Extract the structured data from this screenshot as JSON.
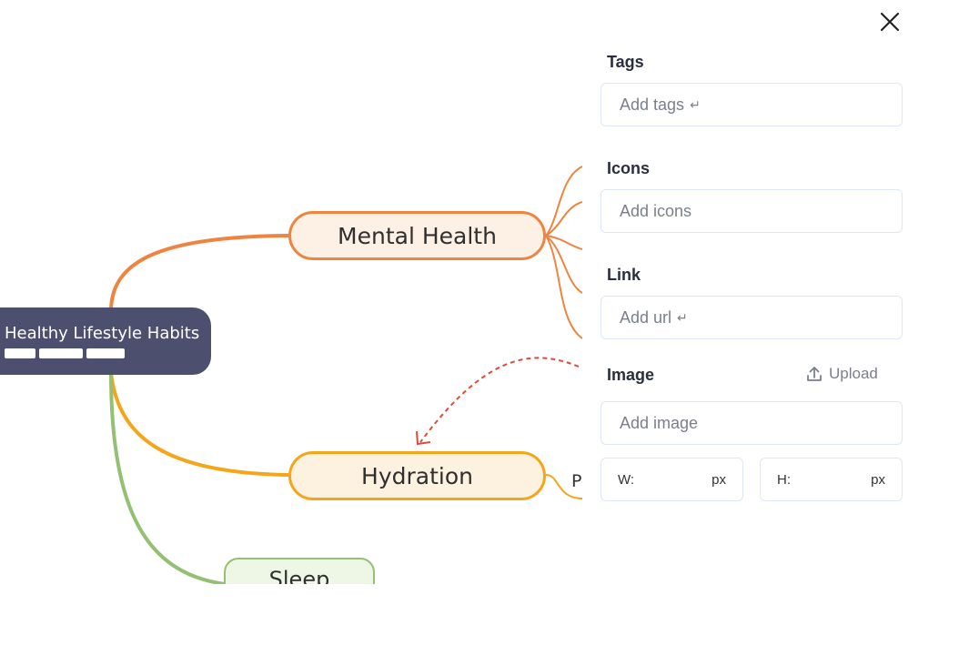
{
  "mindmap": {
    "root": {
      "title": "Healthy Lifestyle Habits"
    },
    "nodes": {
      "mental_health": "Mental Health",
      "hydration": "Hydration",
      "sleep": "Sleep"
    },
    "peek_text": "P",
    "colors": {
      "root_fill": "#4d4f6e",
      "mental_health": "#ee8440",
      "hydration": "#f5a519",
      "sleep": "#93c072",
      "arrow": "#e04a3c"
    }
  },
  "panel": {
    "close_icon": "close-icon",
    "tags": {
      "label": "Tags",
      "placeholder": "Add tags",
      "enter_glyph": "↵"
    },
    "icons": {
      "label": "Icons",
      "placeholder": "Add icons"
    },
    "link": {
      "label": "Link",
      "placeholder": "Add url",
      "enter_glyph": "↵"
    },
    "image": {
      "label": "Image",
      "upload_label": "Upload",
      "upload_icon": "upload-icon",
      "placeholder": "Add image",
      "width": {
        "label": "W:",
        "unit": "px"
      },
      "height": {
        "label": "H:",
        "unit": "px"
      }
    }
  }
}
